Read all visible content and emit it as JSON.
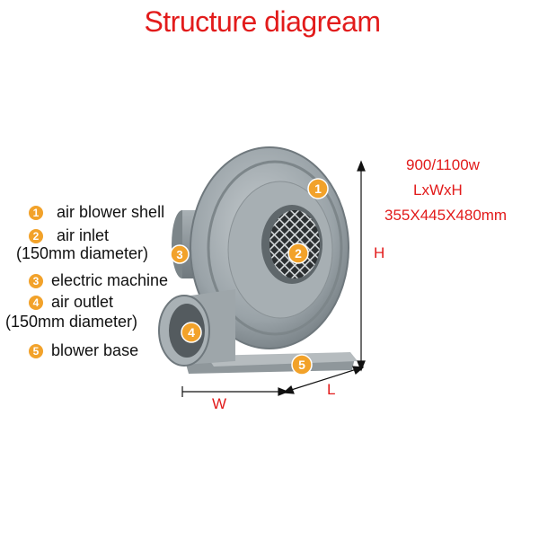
{
  "title": "Structure diagream",
  "legend": [
    {
      "num": "1",
      "label": "air blower shell"
    },
    {
      "num": "2",
      "label": "air inlet"
    },
    {
      "num": "3",
      "label": "electric machine"
    },
    {
      "num": "4",
      "label": "air outlet"
    },
    {
      "num": "5",
      "label": "blower base"
    }
  ],
  "legend_notes": {
    "inlet": "(150mm diameter)",
    "outlet": "(150mm diameter)"
  },
  "specs": {
    "power": "900/1100w",
    "dims_label": "LxWxH",
    "dims_value": "355X445X480mm"
  },
  "dimension_labels": {
    "h": "H",
    "w": "W",
    "l": "L"
  },
  "callouts": [
    "1",
    "2",
    "3",
    "4",
    "5"
  ],
  "colors": {
    "title": "#e21b1b",
    "badge": "#f2a22a",
    "body": "#9aa3a8",
    "body_dark": "#6f787d",
    "dimension": "#e21b1b"
  }
}
